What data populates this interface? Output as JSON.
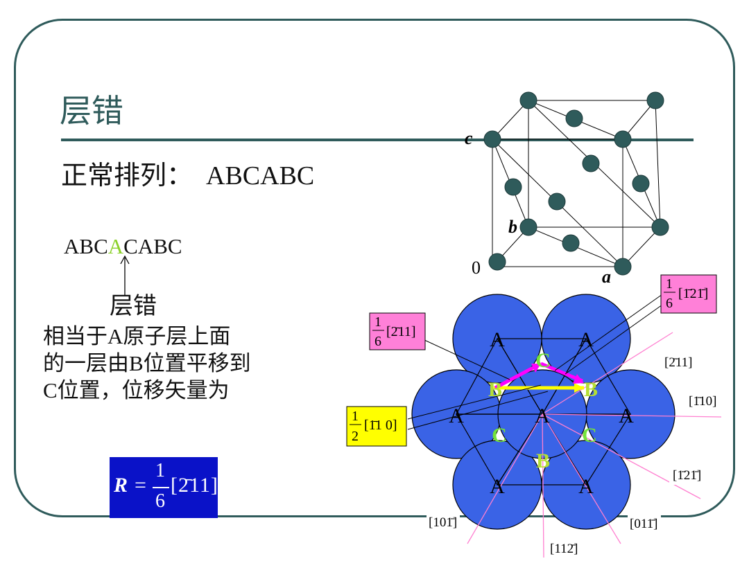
{
  "slide": {
    "title": "层错",
    "normal_label": "正常排列：  ABCABC",
    "fault_seq": {
      "pre": "ABC",
      "hl": "A",
      "post": "CABC"
    },
    "arrow_glyph": "↑",
    "fault_label": "层错",
    "description": "相当于A原子层上面的一层由B位置平移到C位置，位移矢量为",
    "formula": {
      "lhs": "R",
      "eq": "=",
      "num": "1",
      "den": "6",
      "vector": "[2̄11]"
    }
  },
  "cube": {
    "labels": {
      "c": "c",
      "b": "b",
      "origin": "0",
      "a": "a"
    }
  },
  "layer": {
    "atoms_A": [
      "A",
      "A",
      "A",
      "A",
      "A",
      "A",
      "A"
    ],
    "sites_B": [
      "B",
      "B",
      "B"
    ],
    "sites_C": [
      "C",
      "C",
      "C"
    ],
    "directions": {
      "d211": "[2̄11]",
      "d110": "[1̄10]",
      "d121": "[1̄21̄]",
      "d011": "[011̄]",
      "d112": "[112̄]",
      "d101": "[101̄]"
    },
    "boxes": {
      "b121": {
        "num": "1",
        "den": "6",
        "vec": "[1̄21̄]"
      },
      "b211": {
        "num": "1",
        "den": "6",
        "vec": "[2̄11]"
      },
      "b110": {
        "num": "1",
        "den": "2",
        "vec": "[1̄1 0]"
      }
    }
  },
  "colors": {
    "accent": "#2f5b5b",
    "atom_disk": "#3a63e6",
    "formula_bg": "#0a12c8",
    "partial_box": "#ff80d8",
    "full_box": "#ffff00",
    "burgers_partial": "#ff00ff",
    "burgers_full": "#ffff00",
    "direction_lines": "#ff7fd0"
  }
}
